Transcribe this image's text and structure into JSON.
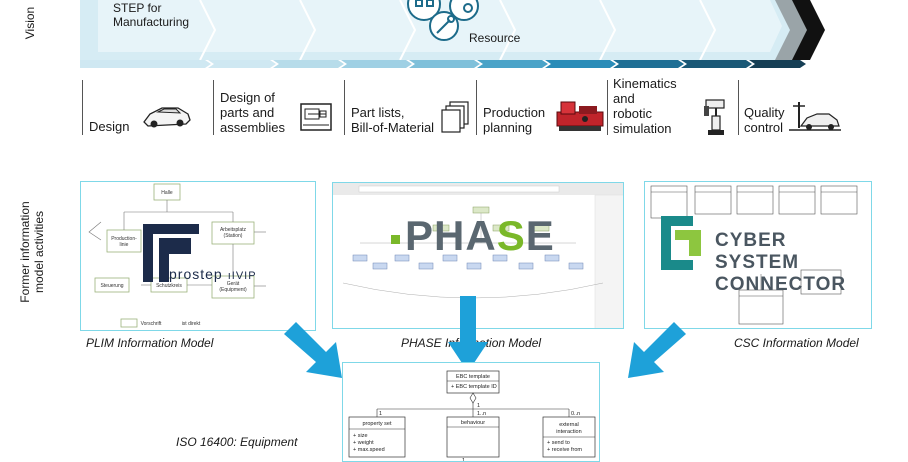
{
  "labels": {
    "vision": "Vision",
    "former": "Former information\nmodel activities"
  },
  "banner": {
    "step_text": "STEP for\nManufacturing",
    "resource_text": "Resource"
  },
  "phases": [
    {
      "label": "Design",
      "icon": "car-icon"
    },
    {
      "label": "Design of\nparts and\nassemblies",
      "icon": "cad-drawing-icon"
    },
    {
      "label": "Part lists,\nBill-of-Material",
      "icon": "documents-stack-icon"
    },
    {
      "label": "Production\nplanning",
      "icon": "machine-tool-icon"
    },
    {
      "label": "Kinematics\nand\nrobotic\nsimulation",
      "icon": "robot-arm-icon"
    },
    {
      "label": "Quality\ncontrol",
      "icon": "measuring-car-icon"
    }
  ],
  "models": {
    "plim": {
      "caption": "PLIM Information Model",
      "logo_text": "prostep",
      "logo_suffix": "ivip",
      "uml": {
        "halle": "Halle",
        "produktionslinie": "Production-\nlinie",
        "arbeitsplatz": "Arbeitsplatz\n(Station)",
        "geraet": "Gerät\n(Equipment)",
        "steuerung": "Steuerung",
        "schutzkreis": "Schutzkreis",
        "legend_vorschrift": "Vorschrift",
        "legend_direkt": "ist direkt"
      }
    },
    "phase": {
      "caption": "PHASE Information Model",
      "logo_text": "PHASE"
    },
    "csc": {
      "caption": "CSC Information Model",
      "logo_line1": "CYBER SYSTEM",
      "logo_line2": "CONNECTOR"
    }
  },
  "iso": {
    "caption": "ISO 16400: Equipment",
    "uml": {
      "ebc_template": "EBC template",
      "ebc_template_id": "+ EBC template ID",
      "property_set": "property set",
      "property_items": [
        "+ size",
        "+ weight",
        "+ max.speed"
      ],
      "behaviour": "behaviour",
      "external_interaction": "external\ninteraction",
      "external_items": [
        "+ send to",
        "+ receive from"
      ],
      "mult_1": "1",
      "mult_1n": "1..n",
      "mult_0n": "0..n"
    }
  },
  "colors": {
    "light_arrow": "#cfe6f0",
    "dark_arrow": "#2c5566",
    "blue_arrow": "#1ea1d9",
    "panel_border": "#7fd8e8",
    "phase_green": "#7ab829",
    "phase_dark": "#5a6770",
    "csc_green": "#8dc63f",
    "csc_teal": "#1a8a8a",
    "prostep_navy": "#1c2b4a"
  }
}
